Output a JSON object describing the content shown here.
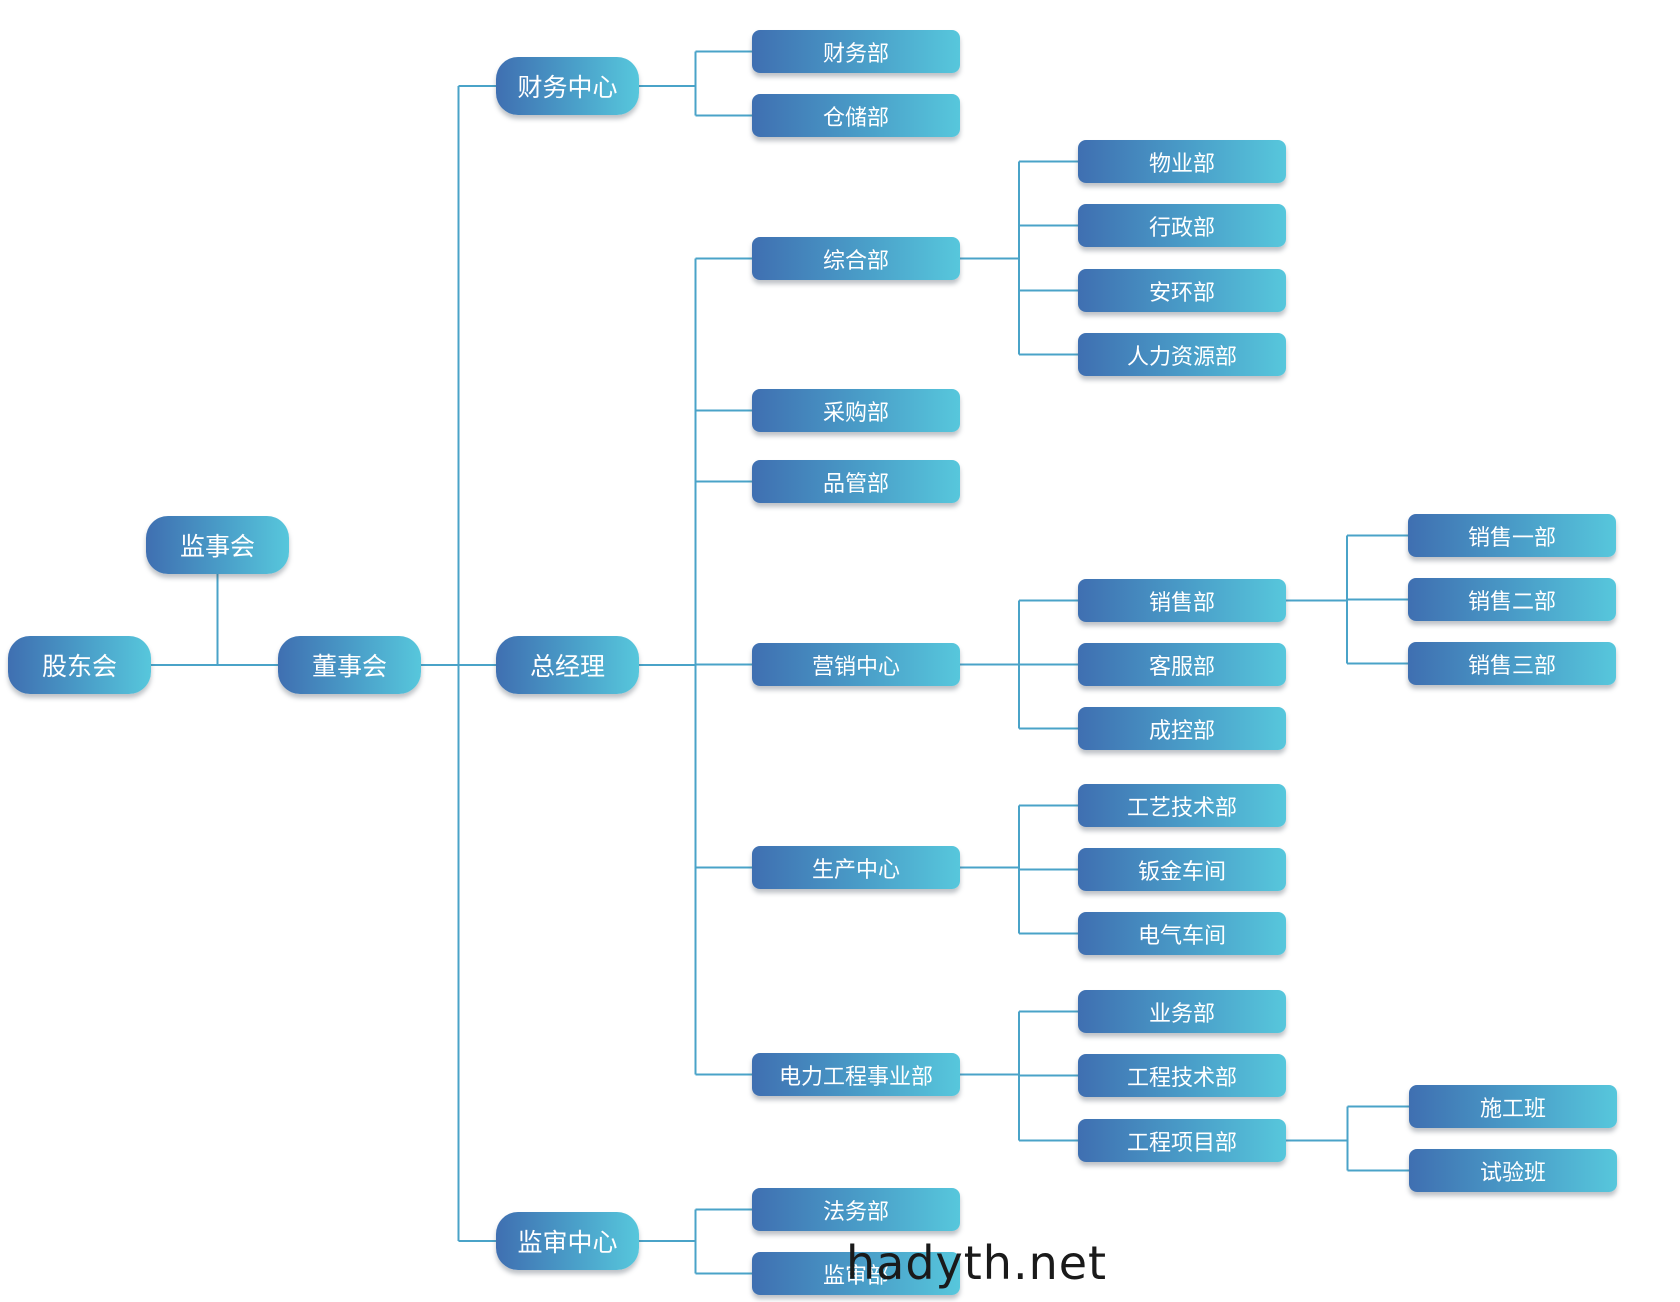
{
  "diagram": {
    "nodes": {
      "gudonghui": "股东会",
      "jianshihui": "监事会",
      "dongshihui": "董事会",
      "caiwuzhongxin": "财务中心",
      "zongjingli": "总经理",
      "jianshenzhongxin": "监审中心",
      "caiwubu": "财务部",
      "cangchubu": "仓储部",
      "zonghebu": "综合部",
      "caigoubu": "采购部",
      "pinguanbu": "品管部",
      "yingxiaozhongxin": "营销中心",
      "shengchanzhongxin": "生产中心",
      "dianligongcheng": "电力工程事业部",
      "fawubu": "法务部",
      "jianshenbu": "监审部",
      "wuyebu": "物业部",
      "xingzhengbu": "行政部",
      "anhuanbu": "安环部",
      "renliziyuanbu": "人力资源部",
      "xiaoshoubu": "销售部",
      "kefubu": "客服部",
      "chengkongbu": "成控部",
      "gongyijishubu": "工艺技术部",
      "banjinchejian": "钣金车间",
      "dianqichejian": "电气车间",
      "yewubu": "业务部",
      "gongchengjishubu": "工程技术部",
      "gongchengxiangmubu": "工程项目部",
      "xiaoshouyibu": "销售一部",
      "xiaoshouerbu": "销售二部",
      "xiaoshousanbu": "销售三部",
      "shigongban": "施工班",
      "shiyanban": "试验班"
    },
    "edges": [
      [
        "gudonghui",
        "dongshihui"
      ],
      [
        "jianshihui",
        "gudonghui-dongshihui"
      ],
      [
        "dongshihui",
        "caiwuzhongxin"
      ],
      [
        "dongshihui",
        "zongjingli"
      ],
      [
        "dongshihui",
        "jianshenzhongxin"
      ],
      [
        "caiwuzhongxin",
        "caiwubu"
      ],
      [
        "caiwuzhongxin",
        "cangchubu"
      ],
      [
        "zongjingli",
        "zonghebu"
      ],
      [
        "zongjingli",
        "caigoubu"
      ],
      [
        "zongjingli",
        "pinguanbu"
      ],
      [
        "zongjingli",
        "yingxiaozhongxin"
      ],
      [
        "zongjingli",
        "shengchanzhongxin"
      ],
      [
        "zongjingli",
        "dianligongcheng"
      ],
      [
        "jianshenzhongxin",
        "fawubu"
      ],
      [
        "jianshenzhongxin",
        "jianshenbu"
      ],
      [
        "zonghebu",
        "wuyebu"
      ],
      [
        "zonghebu",
        "xingzhengbu"
      ],
      [
        "zonghebu",
        "anhuanbu"
      ],
      [
        "zonghebu",
        "renliziyuanbu"
      ],
      [
        "yingxiaozhongxin",
        "xiaoshoubu"
      ],
      [
        "yingxiaozhongxin",
        "kefubu"
      ],
      [
        "yingxiaozhongxin",
        "chengkongbu"
      ],
      [
        "shengchanzhongxin",
        "gongyijishubu"
      ],
      [
        "shengchanzhongxin",
        "banjinchejian"
      ],
      [
        "shengchanzhongxin",
        "dianqichejian"
      ],
      [
        "dianligongcheng",
        "yewubu"
      ],
      [
        "dianligongcheng",
        "gongchengjishubu"
      ],
      [
        "dianligongcheng",
        "gongchengxiangmubu"
      ],
      [
        "xiaoshoubu",
        "xiaoshouyibu"
      ],
      [
        "xiaoshoubu",
        "xiaoshouerbu"
      ],
      [
        "xiaoshoubu",
        "xiaoshousanbu"
      ],
      [
        "gongchengxiangmubu",
        "shigongban"
      ],
      [
        "gongchengxiangmubu",
        "shiyanban"
      ]
    ],
    "colors": {
      "node_start": "#3f6fb1",
      "node_end": "#57c7dc",
      "connector": "#4aa3c8",
      "node_text": "#ffffff"
    }
  },
  "watermark": "hadyth.net"
}
